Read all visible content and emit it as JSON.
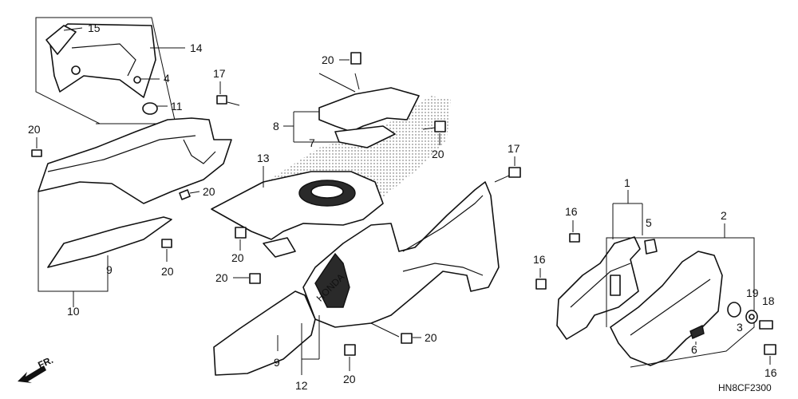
{
  "callouts": {
    "c1": "1",
    "c2": "2",
    "c3": "3",
    "c4": "4",
    "c5": "5",
    "c6": "6",
    "c7": "7",
    "c8": "8",
    "c9a": "9",
    "c9b": "9",
    "c10": "10",
    "c11": "11",
    "c12": "12",
    "c13": "13",
    "c14": "14",
    "c15": "15",
    "c16a": "16",
    "c16b": "16",
    "c16c": "16",
    "c17a": "17",
    "c17b": "17",
    "c18": "18",
    "c19": "19",
    "c20a": "20",
    "c20b": "20",
    "c20c": "20",
    "c20d": "20",
    "c20e": "20",
    "c20f": "20",
    "c20g": "20",
    "c20h": "20",
    "c20i": "20"
  },
  "front_arrow_label": "FR.",
  "diagram_code": "HN8CF2300",
  "logo_text": "HONDA"
}
